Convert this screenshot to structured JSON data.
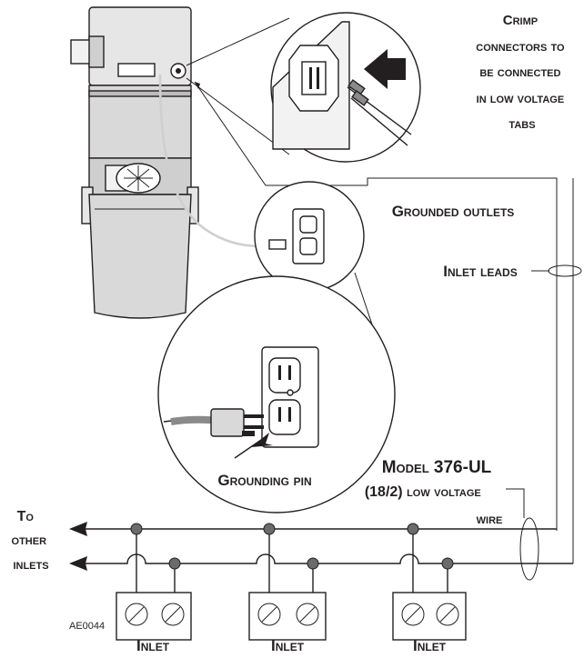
{
  "labels": {
    "crimp": [
      "Crimp",
      "connectors to",
      "be connected",
      "in low voltage",
      "tabs"
    ],
    "grounded_outlets": "Grounded outlets",
    "inlet_leads": "Inlet leads",
    "grounding_pin": "Grounding pin",
    "model": "Model 376-UL",
    "wire": [
      "(18/2) low voltage",
      "wire"
    ],
    "to_other_inlets": [
      "To",
      "other",
      "inlets"
    ],
    "inlet": "Inlet",
    "figure_code": "AE0044"
  },
  "colors": {
    "ink": "#231f20",
    "body_gray": "#d9d9d9",
    "dark_gray": "#8a8a8a",
    "junction": "#6b6b6b"
  }
}
